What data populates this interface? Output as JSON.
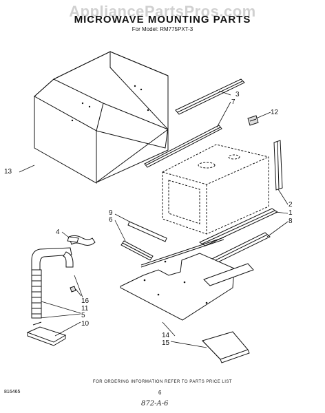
{
  "watermark": "AppliancePartsPros.com",
  "header": {
    "title": "MICROWAVE MOUNTING PARTS",
    "model": "For Model: RM775PXT-3"
  },
  "callouts": [
    {
      "id": "c3",
      "label": "3"
    },
    {
      "id": "c7",
      "label": "7"
    },
    {
      "id": "c12",
      "label": "12"
    },
    {
      "id": "c13",
      "label": "13"
    },
    {
      "id": "c2",
      "label": "2"
    },
    {
      "id": "c1",
      "label": "1"
    },
    {
      "id": "c8",
      "label": "8"
    },
    {
      "id": "c9",
      "label": "9"
    },
    {
      "id": "c6",
      "label": "6"
    },
    {
      "id": "c4",
      "label": "4"
    },
    {
      "id": "c16",
      "label": "16"
    },
    {
      "id": "c11",
      "label": "11"
    },
    {
      "id": "c5",
      "label": "5"
    },
    {
      "id": "c10",
      "label": "10"
    },
    {
      "id": "c14",
      "label": "14"
    },
    {
      "id": "c15",
      "label": "15"
    }
  ],
  "footer": {
    "note": "FOR ORDERING INFORMATION REFER TO PARTS PRICE LIST",
    "part_number": "816465",
    "page": "6",
    "handwritten": "872-A-6"
  }
}
